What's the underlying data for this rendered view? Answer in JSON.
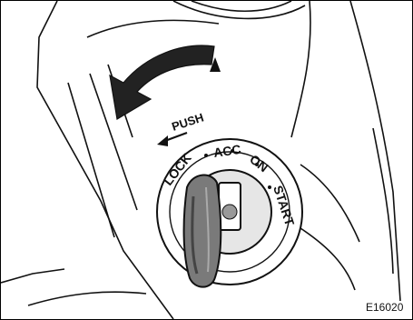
{
  "figure": {
    "push_label": "PUSH",
    "positions": [
      "LOCK",
      "ACC",
      "ON",
      "START"
    ],
    "code": "E16020",
    "watermark": "",
    "colors": {
      "line": "#111111",
      "shade": "#333333",
      "watermark": "#3b3fd0"
    }
  }
}
